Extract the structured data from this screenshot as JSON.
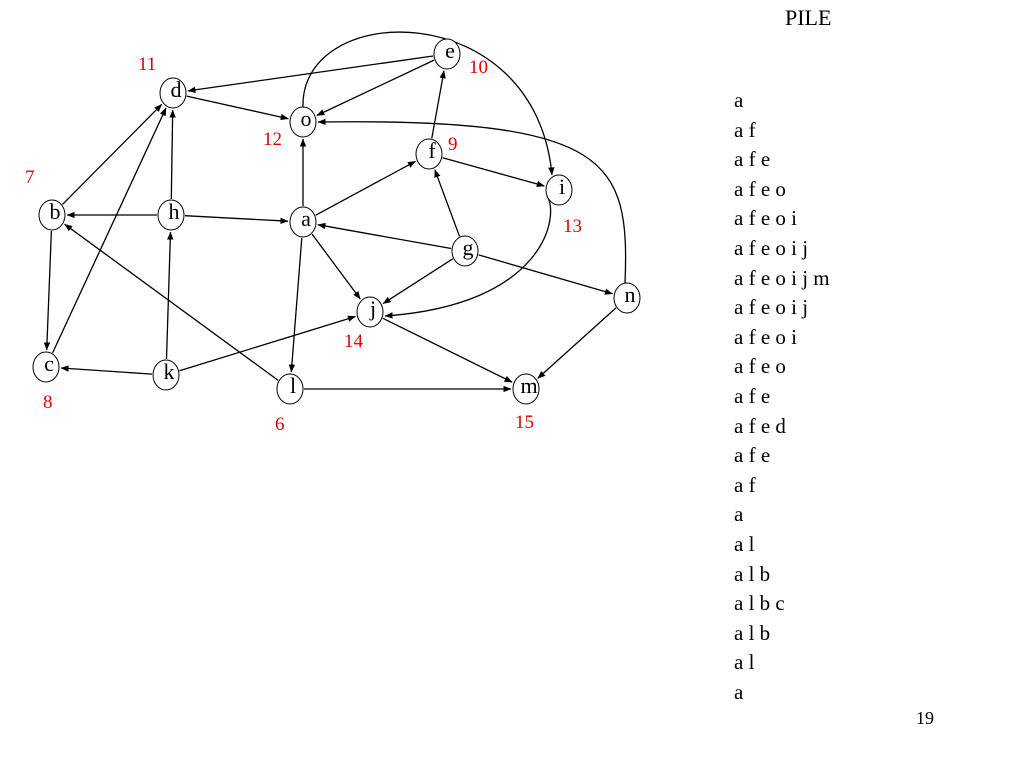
{
  "title": "PILE",
  "page_number": "19",
  "graph": {
    "nodes": [
      {
        "id": "a",
        "label": "a",
        "order": ""
      },
      {
        "id": "b",
        "label": "b",
        "order": "7"
      },
      {
        "id": "c",
        "label": "c",
        "order": "8"
      },
      {
        "id": "d",
        "label": "d",
        "order": "11"
      },
      {
        "id": "e",
        "label": "e",
        "order": "10"
      },
      {
        "id": "f",
        "label": "f",
        "order": "9"
      },
      {
        "id": "g",
        "label": "g",
        "order": ""
      },
      {
        "id": "h",
        "label": "h",
        "order": ""
      },
      {
        "id": "i",
        "label": "i",
        "order": "13"
      },
      {
        "id": "j",
        "label": "j",
        "order": "14"
      },
      {
        "id": "k",
        "label": "k",
        "order": ""
      },
      {
        "id": "l",
        "label": "l",
        "order": "6"
      },
      {
        "id": "m",
        "label": "m",
        "order": "15"
      },
      {
        "id": "n",
        "label": "n",
        "order": ""
      },
      {
        "id": "o",
        "label": "o",
        "order": "12"
      }
    ],
    "edges": [
      {
        "from": "a",
        "to": "o"
      },
      {
        "from": "a",
        "to": "f"
      },
      {
        "from": "a",
        "to": "j"
      },
      {
        "from": "a",
        "to": "l"
      },
      {
        "from": "b",
        "to": "d"
      },
      {
        "from": "b",
        "to": "c"
      },
      {
        "from": "c",
        "to": "d"
      },
      {
        "from": "d",
        "to": "o"
      },
      {
        "from": "e",
        "to": "d"
      },
      {
        "from": "e",
        "to": "o"
      },
      {
        "from": "f",
        "to": "e"
      },
      {
        "from": "f",
        "to": "i"
      },
      {
        "from": "g",
        "to": "f"
      },
      {
        "from": "g",
        "to": "a"
      },
      {
        "from": "g",
        "to": "j"
      },
      {
        "from": "g",
        "to": "n"
      },
      {
        "from": "h",
        "to": "b"
      },
      {
        "from": "h",
        "to": "d"
      },
      {
        "from": "h",
        "to": "a"
      },
      {
        "from": "i",
        "to": "j"
      },
      {
        "from": "j",
        "to": "m"
      },
      {
        "from": "k",
        "to": "c"
      },
      {
        "from": "k",
        "to": "h"
      },
      {
        "from": "k",
        "to": "j"
      },
      {
        "from": "l",
        "to": "b"
      },
      {
        "from": "l",
        "to": "m"
      },
      {
        "from": "n",
        "to": "m"
      },
      {
        "from": "n",
        "to": "o"
      },
      {
        "from": "o",
        "to": "i"
      }
    ]
  },
  "pile": [
    "a",
    "a f",
    "a f e",
    "a f e o",
    "a f e o i",
    "a f e o i j",
    "a f e o i j m",
    "a f e o i j",
    "a f e o i",
    "a f e o",
    "a f e",
    "a f e d",
    "a f e",
    "a f",
    "a",
    "a l",
    "a l b",
    "a l b c",
    "a l b",
    "a l",
    "a"
  ]
}
